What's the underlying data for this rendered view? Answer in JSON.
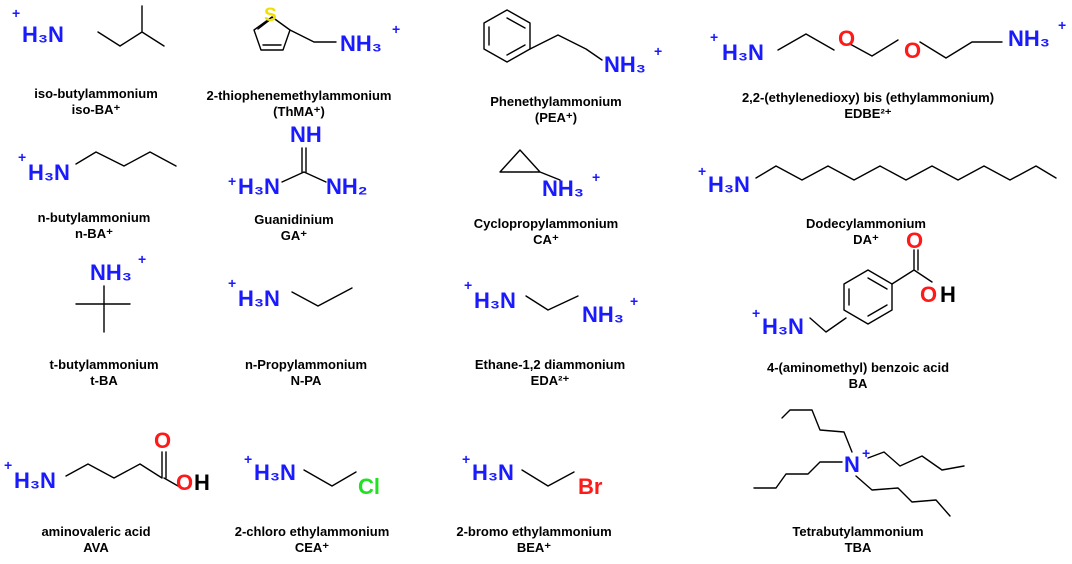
{
  "compounds": [
    {
      "name": "iso-butylammonium",
      "abbr": "iso-BA⁺"
    },
    {
      "name": "2-thiophenemethylammonium",
      "abbr": "(ThMA⁺)"
    },
    {
      "name": "Phenethylammonium",
      "abbr": "(PEA⁺)"
    },
    {
      "name": "2,2-(ethylenedioxy) bis (ethylammonium)",
      "abbr": "EDBE²⁺"
    },
    {
      "name": "n-butylammonium",
      "abbr": "n-BA⁺"
    },
    {
      "name": "Guanidinium",
      "abbr": "GA⁺"
    },
    {
      "name": "Cyclopropylammonium",
      "abbr": "CA⁺"
    },
    {
      "name": "Dodecylammonium",
      "abbr": "DA⁺"
    },
    {
      "name": "t-butylammonium",
      "abbr": "t-BA"
    },
    {
      "name": "n-Propylammonium",
      "abbr": "N-PA"
    },
    {
      "name": "Ethane-1,2 diammonium",
      "abbr": "EDA²⁺"
    },
    {
      "name": "4-(aminomethyl)  benzoic acid",
      "abbr": "BA"
    },
    {
      "name": "aminovaleric acid",
      "abbr": "AVA"
    },
    {
      "name": "2-chloro ethylammonium",
      "abbr": "CEA⁺"
    },
    {
      "name": "2-bromo ethylammonium",
      "abbr": "BEA⁺"
    },
    {
      "name": "Tetrabutylammonium",
      "abbr": "TBA"
    }
  ],
  "atoms": {
    "plus": "+",
    "h3n": "H₃N",
    "nh3": "NH₃",
    "nh": "NH",
    "nh2": "NH₂",
    "s": "S",
    "o": "O",
    "h": "H",
    "cl": "Cl",
    "br": "Br",
    "n": "N"
  },
  "colors": {
    "nitrogen": "#1a1aff",
    "oxygen": "#ff1a1a",
    "chlorine": "#22e022",
    "sulfur": "#f0e000",
    "bond": "#000000"
  }
}
